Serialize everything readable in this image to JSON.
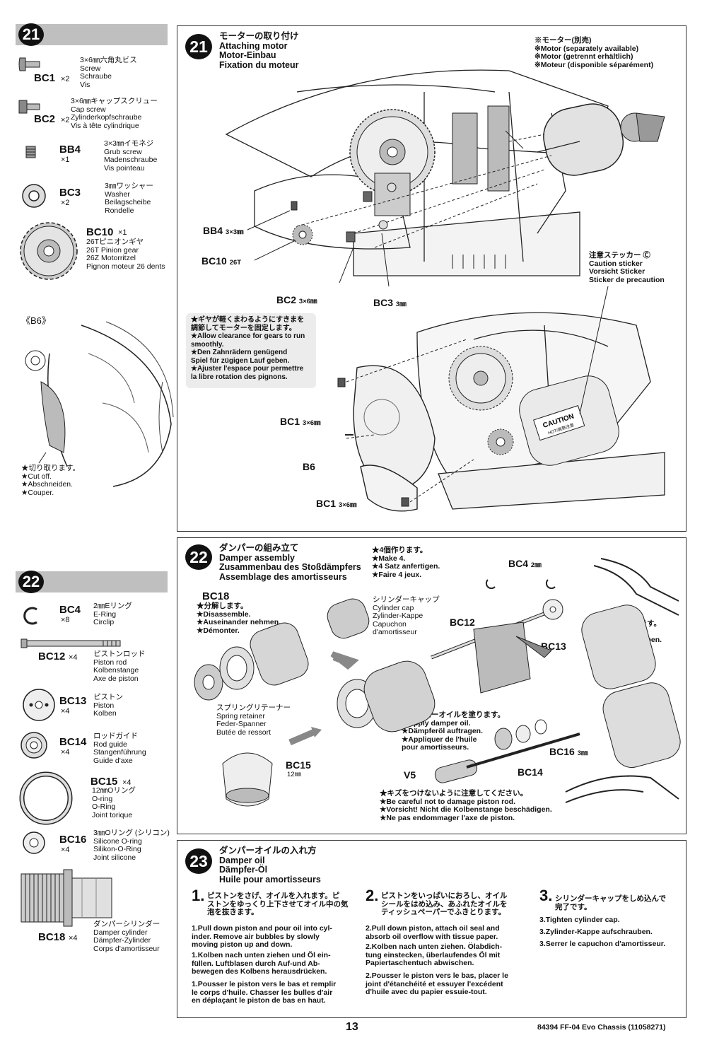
{
  "left": {
    "s21_badge": "21",
    "parts21": [
      {
        "code": "BC1",
        "qty": "×2",
        "text": "3×6㎜六角丸ビス\nScrew\nSchraube\nVis"
      },
      {
        "code": "BC2",
        "qty": "×2",
        "text": "3×6㎜キャップスクリュー\nCap screw\nZylinderkopfschraube\nVis à tête cylindrique"
      },
      {
        "code": "BB4",
        "qty": "×1",
        "text": "3×3㎜イモネジ\nGrub screw\nMadenschraube\nVis pointeau"
      },
      {
        "code": "BC3",
        "qty": "×2",
        "text": "3㎜ワッシャー\nWasher\nBeilagscheibe\nRondelle"
      },
      {
        "code": "BC10",
        "qty": "×1",
        "text": "26Tピニオンギヤ\n26T Pinion gear\n26Z Motorritzel\nPignon moteur 26 dents"
      }
    ],
    "b6_label": "《B6》",
    "cut_note": "★切り取ります。\n★Cut off.\n★Abschneiden.\n★Couper.",
    "s22_badge": "22",
    "parts22": [
      {
        "code": "BC4",
        "qty": "×8",
        "text": "2㎜Eリング\nE-Ring\nCirclip"
      },
      {
        "code": "BC12",
        "qty": "×4",
        "text": "ピストンロッド\nPiston rod\nKolbenstange\nAxe de piston"
      },
      {
        "code": "BC13",
        "qty": "×4",
        "text": "ピストン\nPiston\nKolben"
      },
      {
        "code": "BC14",
        "qty": "×4",
        "text": "ロッドガイド\nRod guide\nStangenführung\nGuide d'axe"
      },
      {
        "code": "BC15",
        "qty": "×4",
        "text": "12㎜Oリング\nO-ring\nO-Ring\nJoint torique"
      },
      {
        "code": "BC16",
        "qty": "×4",
        "text": "3㎜Oリング (シリコン)\nSilicone O-ring\nSilikon-O-Ring\nJoint silicone"
      },
      {
        "code": "BC18",
        "qty": "×4",
        "text": "ダンパーシリンダー\nDamper cylinder\nDämpfer-Zylinder\nCorps d'amortisseur"
      }
    ]
  },
  "step21": {
    "badge": "21",
    "title": "モーターの取り付け\nAttaching motor\nMotor-Einbau\nFixation du moteur",
    "motor_note": "※モーター(別売)\n※Motor (separately available)\n※Motor (getrennt erhältlich)\n※Moteur (disponible séparément)",
    "caution_note": "注意ステッカー Ⓒ\nCaution sticker\nVorsicht Sticker\nSticker de precaution",
    "gear_note": "★ギヤが軽くまわるようにすきまを\n調節してモーターを固定します。\n★Allow clearance for gears to run\nsmoothly.\n★Den Zahnrädern genügend\nSpiel für zügigen Lauf geben.\n★Ajuster l'espace pour permettre\nla libre rotation des pignons.",
    "labels": {
      "bb4": "BB4",
      "bb4_size": "3×3㎜",
      "bc10": "BC10",
      "bc10_size": "26T",
      "bc2": "BC2",
      "bc2_size": "3×6㎜",
      "bc3": "BC3",
      "bc3_size": "3㎜",
      "bc1a": "BC1",
      "bc1a_size": "3×6㎜",
      "b6": "B6",
      "bc1b": "BC1",
      "bc1b_size": "3×6㎜",
      "sticker": "CAUTION",
      "sticker_sub": "HOT/高熱注意"
    }
  },
  "step22": {
    "badge": "22",
    "title": "ダンパーの組み立て\nDamper assembly\nZusammenbau des Stoßdämpfers\nAssemblage des amortisseurs",
    "make4": "★4個作ります。\n★Make 4.\n★4 Satz anfertigen.\n★Faire 4 jeux.",
    "bc18": "BC18",
    "disassemble": "★分解します。\n★Disassemble.\n★Auseinander nehmen.\n★Démonter.",
    "cap": "シリンダーキャップ\nCylinder cap\nZylinder-Kappe\nCapuchon\nd'amortisseur",
    "bc4": "BC4",
    "bc4_size": "2㎜",
    "bc12": "BC12",
    "bc13": "BC13",
    "snap": "★押し込みます。\n★Snap on.\n★Einschnappen.\n★Insérer.",
    "retainer": "スプリングリテーナー\nSpring retainer\nFeder-Spanner\nButée de ressort",
    "bc15": "BC15",
    "bc15_size": "12㎜",
    "oil": "★ダンパーオイルを塗ります。\n★Apply damper oil.\n★Dämpferöl auftragen.\n★Appliquer de l'huile\npour amortisseurs.",
    "bc16": "BC16",
    "bc16_size": "3㎜",
    "v5": "V5",
    "bc14": "BC14",
    "careful": "★キズをつけないように注意してください。\n★Be careful not to damage piston rod.\n★Vorsicht! Nicht die Kolbenstange beschädigen.\n★Ne pas endommager l'axe de piston."
  },
  "step23": {
    "badge": "23",
    "title": "ダンパーオイルの入れ方\nDamper oil\nDämpfer-Öl\nHuile pour amortisseurs",
    "col1_num": "1.",
    "col1_jp": "ピストンをさげ、オイルを入れます。ピ\nストンをゆっくり上下させてオイル中の気\n泡を抜きます。",
    "col1_en": "1.Pull down piston and pour oil into cyl-\ninder. Remove air bubbles by slowly\nmoving piston up and down.",
    "col1_de": "1.Kolben nach unten ziehen und Öl ein-\nfüllen. Luftblasen durch Auf-und Ab-\nbewegen des Kolbens herausdrücken.",
    "col1_fr": "1.Pousser le piston vers le bas et remplir\nle corps d'huile. Chasser les bulles d'air\nen déplaçant le piston de bas en haut.",
    "col2_num": "2.",
    "col2_jp": "ピストンをいっぱいにおろし、オイル\nシールをはめ込み、あふれたオイルを\nティッシュペーパーでふきとります。",
    "col2_en": "2.Pull down piston, attach oil seal and\nabsorb oil overflow with tissue paper.",
    "col2_de": "2.Kolben nach unten ziehen. Ölabdich-\ntung einstecken, überlaufendes Öl mit\nPapiertaschentuch abwischen.",
    "col2_fr": "2.Pousser le piston vers le bas, placer le\njoint d'étanchéité et essuyer l'excédent\nd'huile avec du papier essuie-tout.",
    "col3_num": "3.",
    "col3_jp": "シリンダーキャップをしめ込んで\n完了です。",
    "col3_en": "3.Tighten cylinder cap.",
    "col3_de": "3.Zylinder-Kappe aufschrauben.",
    "col3_fr": "3.Serrer le capuchon d'amortisseur."
  },
  "footer": {
    "page": "13",
    "model": "84394  FF-04 Evo Chassis (11058271)"
  }
}
